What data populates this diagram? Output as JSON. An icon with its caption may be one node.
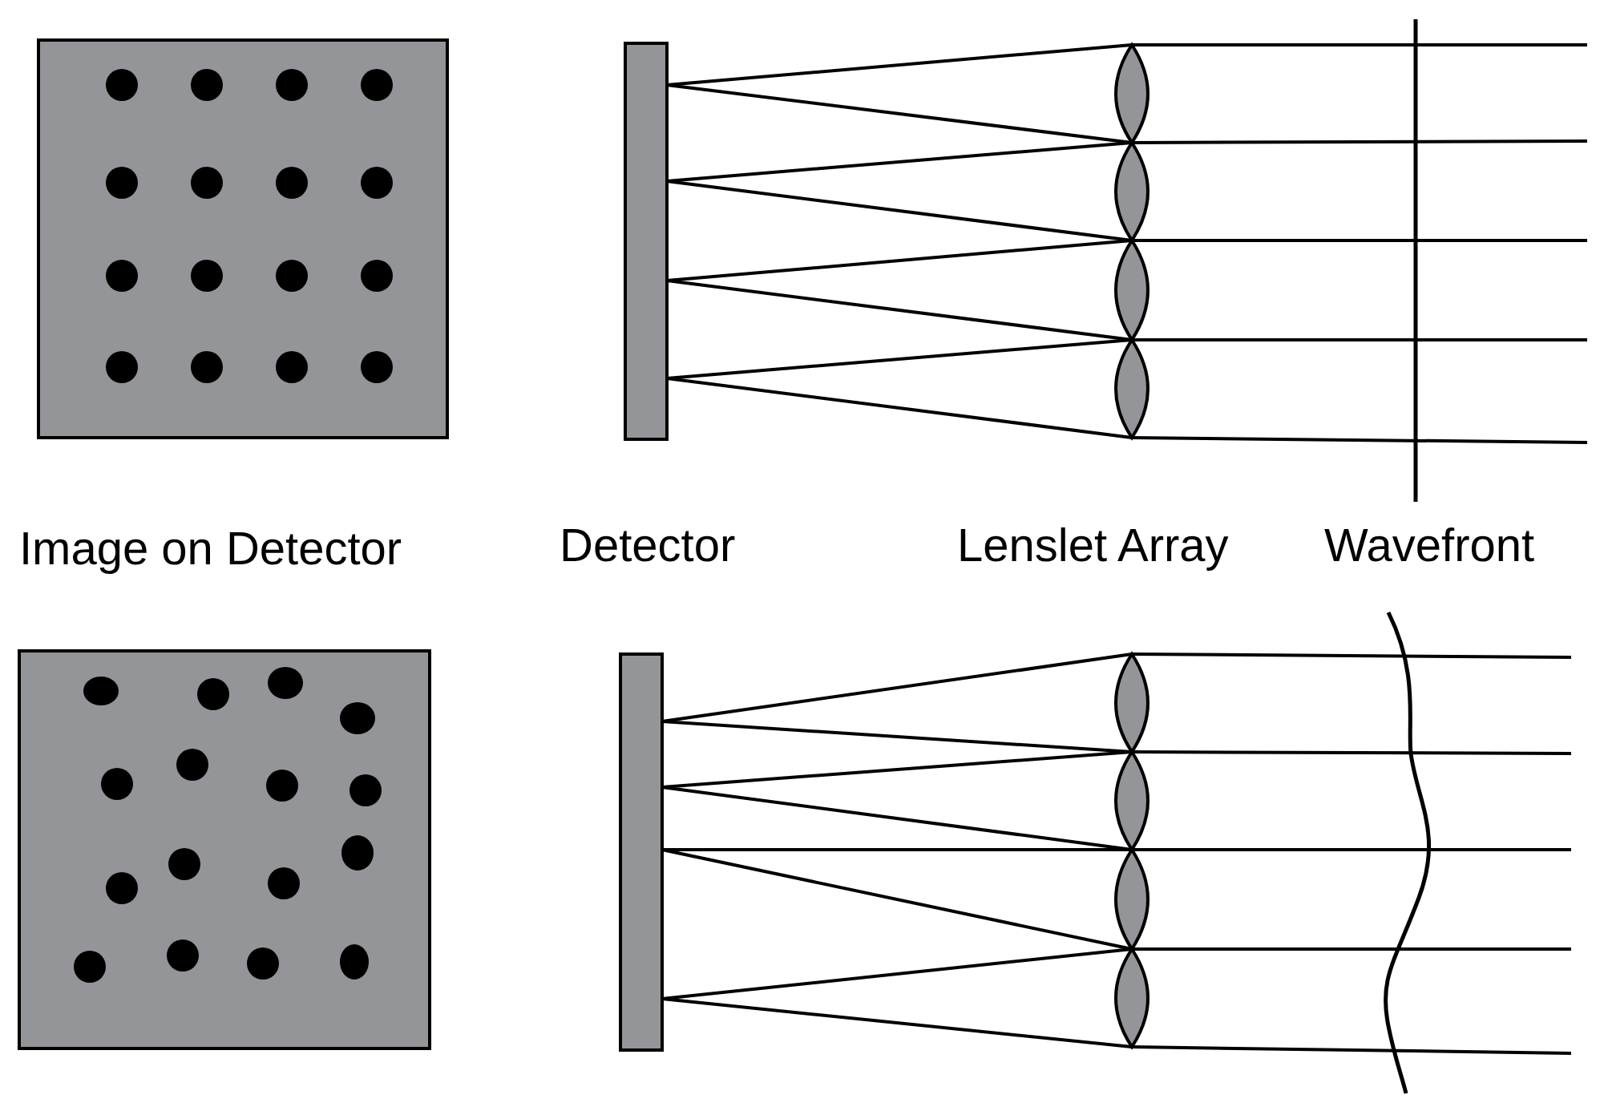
{
  "diagram": {
    "labels": [
      "Image on Detector",
      "Detector",
      "Lenslet Array",
      "Wavefront"
    ]
  }
}
